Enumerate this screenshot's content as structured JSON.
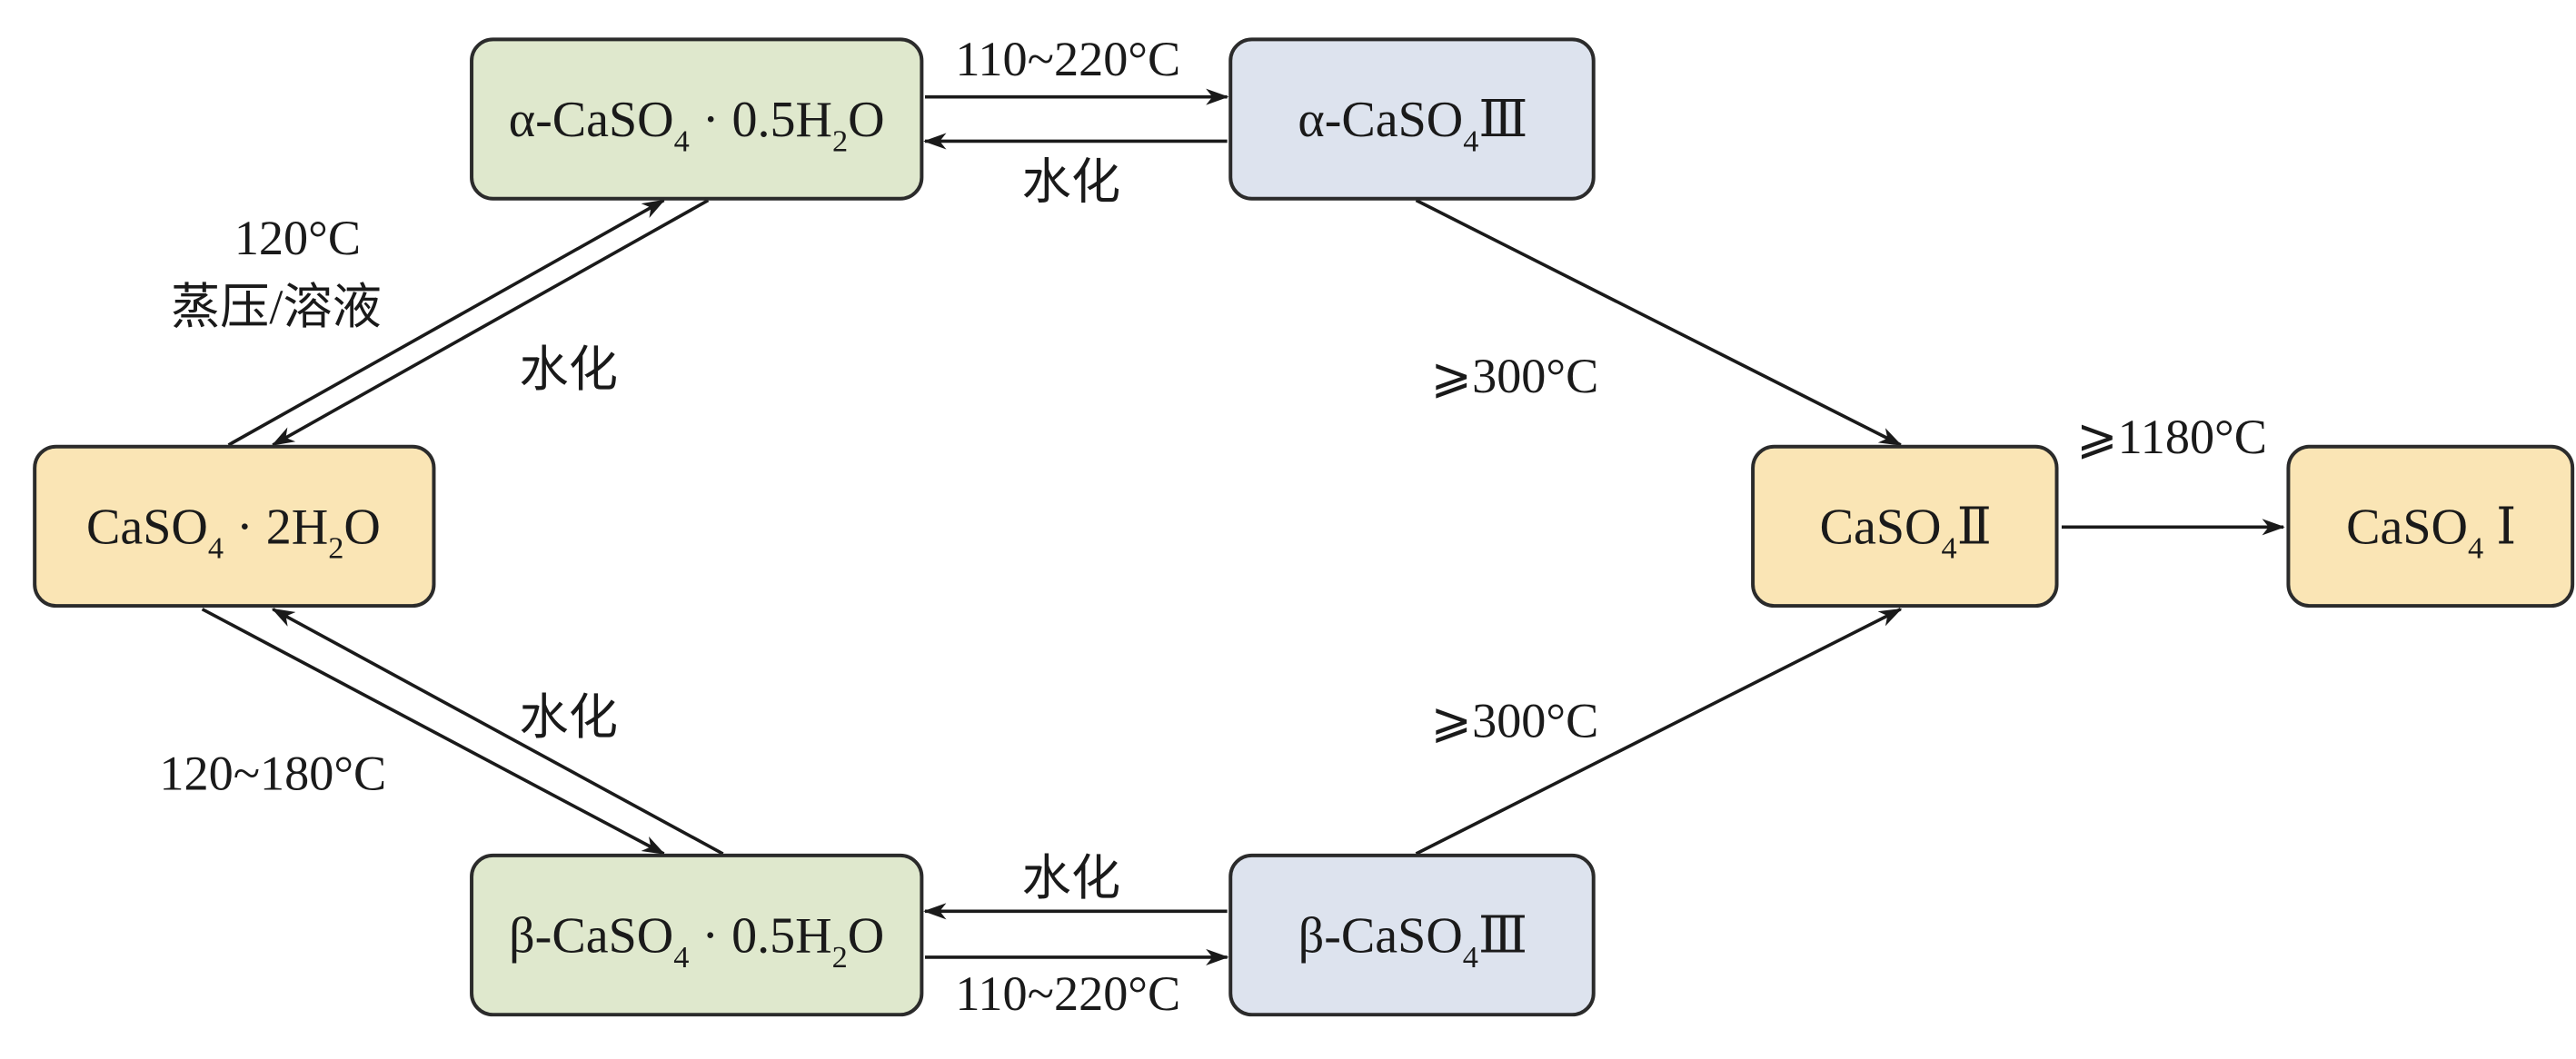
{
  "nodes": {
    "alpha_hemi": {
      "a": "α-CaSO",
      "s1": "4",
      "b": " · 0.5H",
      "s2": "2",
      "c": "O"
    },
    "alpha_iii": {
      "a": "α-CaSO",
      "s1": "4",
      "b": "Ⅲ"
    },
    "dihydrate": {
      "a": "CaSO",
      "s1": "4",
      "b": " · 2H",
      "s2": "2",
      "c": "O"
    },
    "caso4_ii": {
      "a": "CaSO",
      "s1": "4",
      "b": "Ⅱ"
    },
    "caso4_i": {
      "a": "CaSO",
      "s1": "4",
      "b": " Ⅰ"
    },
    "beta_hemi": {
      "a": "β-CaSO",
      "s1": "4",
      "b": " · 0.5H",
      "s2": "2",
      "c": "O"
    },
    "beta_iii": {
      "a": "β-CaSO",
      "s1": "4",
      "b": "Ⅲ"
    }
  },
  "labels": {
    "alpha_dehydrate_temp": "110~220°C",
    "alpha_iii_hydration": "水化",
    "autoclave_temp": "120°C",
    "autoclave_method": "蒸压/溶液",
    "alpha_hemi_hydration": "水化",
    "alpha_to_ii_temp": "⩾300°C",
    "beta_to_ii_temp": "⩾300°C",
    "ii_to_i_temp": "⩾1180°C",
    "beta_hemi_hydration": "水化",
    "beta_calcine_temp": "120~180°C",
    "beta_iii_hydration": "水化",
    "beta_dehydrate_temp": "110~220°C"
  }
}
